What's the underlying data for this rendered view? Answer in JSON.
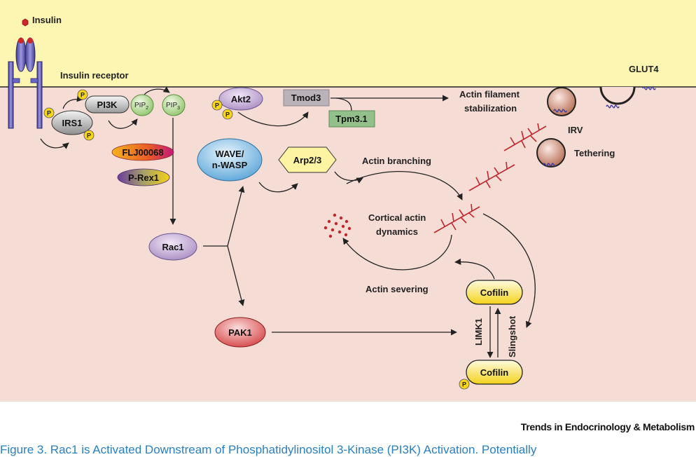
{
  "figure": {
    "labels": {
      "insulin": "Insulin",
      "insulin_receptor": "Insulin receptor",
      "glut4": "GLUT4",
      "irv": "IRV",
      "tethering": "Tethering",
      "actin_filament_stabilization_line1": "Actin filament",
      "actin_filament_stabilization_line2": "stabilization",
      "actin_branching": "Actin branching",
      "cortical_actin_line1": "Cortical actin",
      "cortical_actin_line2": "dynamics",
      "actin_severing": "Actin severing",
      "limk1": "LIMK1",
      "slingshot": "Slingshot"
    },
    "nodes": {
      "irs1": "IRS1",
      "pi3k": "PI3K",
      "pip2": "PIP",
      "pip2_sub": "2",
      "pip3": "PIP",
      "pip3_sub": "3",
      "flj": "FLJ00068",
      "prex1": "P-Rex1",
      "rac1": "Rac1",
      "akt2": "Akt2",
      "tmod3": "Tmod3",
      "tpm31": "Tpm3.1",
      "wave_line1": "WAVE/",
      "wave_line2": "n-WASP",
      "arp23": "Arp2/3",
      "pak1": "PAK1",
      "cofilin": "Cofilin",
      "cofilin_p": "Cofilin"
    },
    "phospho": "P"
  },
  "journal": "Trends in Endocrinology & Metabolism",
  "caption": "Figure 3. Rac1 is Activated Downstream of Phosphatidylinositol 3-Kinase (PI3K) Activation. Potentially",
  "colors": {
    "membrane": "#fdf6b2",
    "cytoplasm": "#f5dcd4",
    "actin": "#c0272d",
    "caption": "#2a7fc0"
  }
}
